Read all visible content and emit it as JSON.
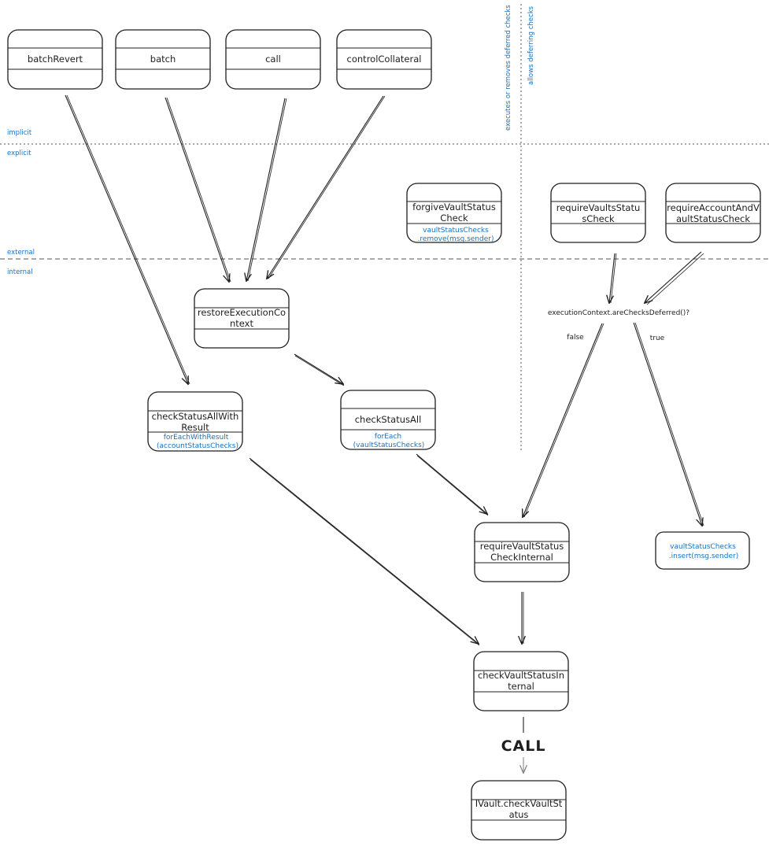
{
  "zones": {
    "implicit": "implicit",
    "explicit": "explicit",
    "external": "external",
    "internal": "internal",
    "executes_note": "executes or removes deferred checks",
    "allows_note": "allows deferring checks"
  },
  "nodes": {
    "batchRevert": "batchRevert",
    "batch": "batch",
    "call": "call",
    "controlCollateral": "controlCollateral",
    "forgive": [
      "forgiveVaultStatus",
      "Check"
    ],
    "forgive_sub": [
      "vaultStatusChecks",
      ".remove(msg.sender)"
    ],
    "requireVaults": [
      "requireVaultsStatu",
      "sCheck"
    ],
    "requireAccount": [
      "requireAccountAndV",
      "aultStatusCheck"
    ],
    "restore": [
      "restoreExecutionCo",
      "ntext"
    ],
    "checkStatusAllWithResult": [
      "checkStatusAllWith",
      "Result"
    ],
    "checkStatusAllWithResult_sub": [
      "forEachWithResult",
      "(accountStatusChecks)"
    ],
    "checkStatusAll": [
      "checkStatusAll"
    ],
    "checkStatusAll_sub": [
      "forEach",
      "(vaultStatusChecks)"
    ],
    "requireInternal": [
      "requireVaultStatus",
      "CheckInternal"
    ],
    "insert": [
      "vaultStatusChecks",
      ".insert(msg.sender)"
    ],
    "checkInternal": [
      "checkVaultStatusIn",
      "ternal"
    ],
    "ivault": [
      "IVault.checkVaultSt",
      "atus"
    ]
  },
  "labels": {
    "condition": "executionContext.areChecksDeferred()?",
    "false": "false",
    "true": "true",
    "call": "CALL"
  }
}
